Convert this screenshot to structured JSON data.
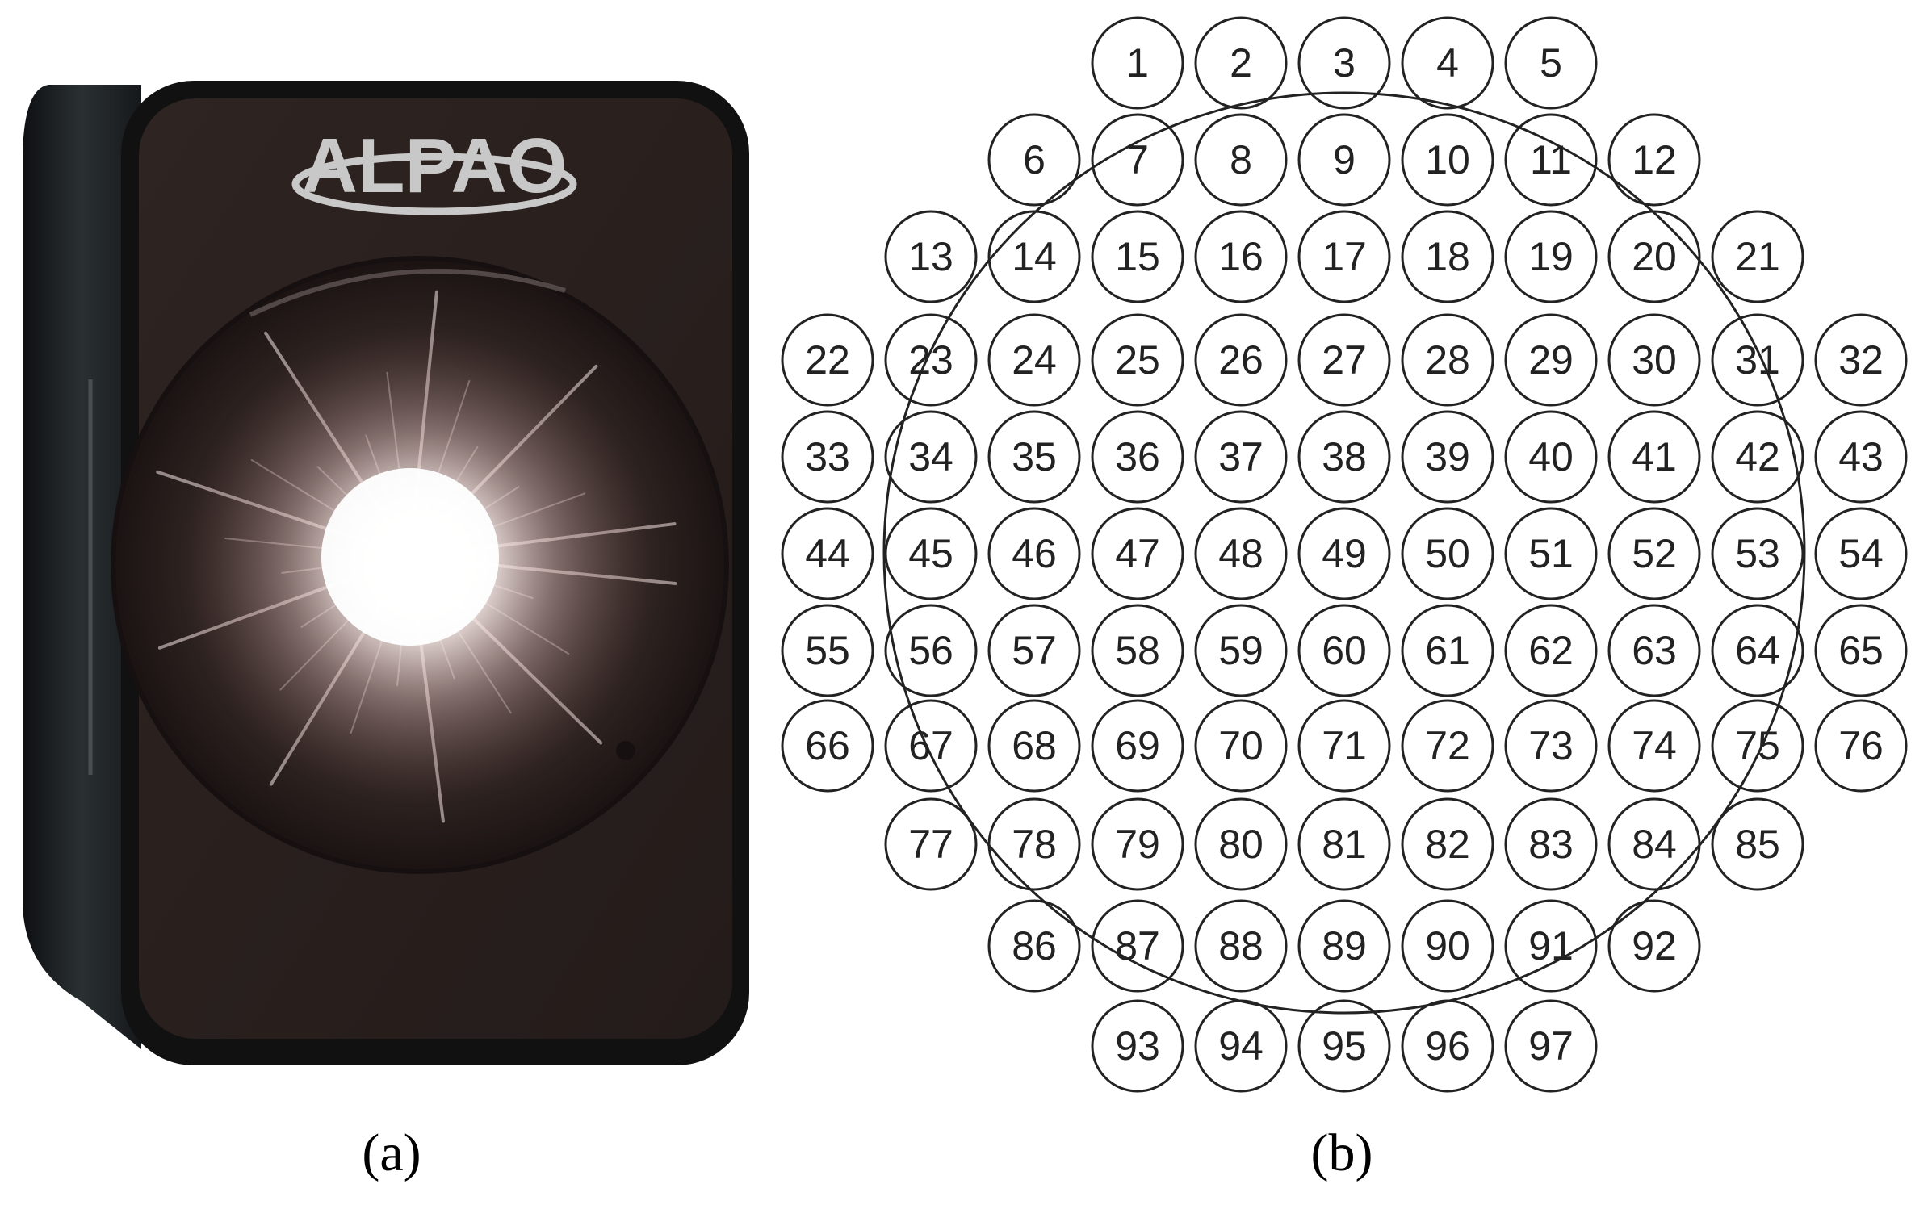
{
  "panel_a": {
    "caption": "(a)",
    "logo_text": "ALPAO",
    "body_color": "#2c2220",
    "frame_color": "#111111"
  },
  "panel_b": {
    "caption": "(b)",
    "rows": [
      [
        1,
        2,
        3,
        4,
        5
      ],
      [
        6,
        7,
        8,
        9,
        10,
        11,
        12
      ],
      [
        13,
        14,
        15,
        16,
        17,
        18,
        19,
        20,
        21
      ],
      [
        22,
        23,
        24,
        25,
        26,
        27,
        28,
        29,
        30,
        31,
        32
      ],
      [
        33,
        34,
        35,
        36,
        37,
        38,
        39,
        40,
        41,
        42,
        43
      ],
      [
        44,
        45,
        46,
        47,
        48,
        49,
        50,
        51,
        52,
        53,
        54
      ],
      [
        55,
        56,
        57,
        58,
        59,
        60,
        61,
        62,
        63,
        64,
        65
      ],
      [
        66,
        67,
        68,
        69,
        70,
        71,
        72,
        73,
        74,
        75,
        76
      ],
      [
        77,
        78,
        79,
        80,
        81,
        82,
        83,
        84,
        85
      ],
      [
        86,
        87,
        88,
        89,
        90,
        91,
        92
      ],
      [
        93,
        94,
        95,
        96,
        97
      ]
    ]
  }
}
